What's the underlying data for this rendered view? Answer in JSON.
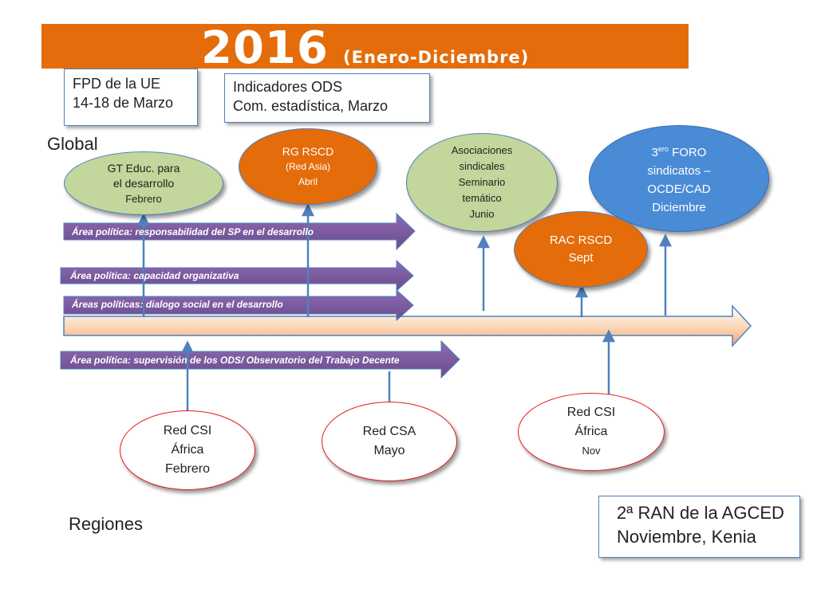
{
  "header": {
    "year": "2016",
    "range": "(Enero-Diciembre)",
    "color": "#e46c0a"
  },
  "boxes": {
    "fpd": [
      "FPD de la UE",
      "14-18 de Marzo"
    ],
    "ods": [
      "Indicadores ODS",
      "Com. estadística, Marzo"
    ],
    "ran": [
      "2ª RAN de la AGCED",
      "Noviembre, Kenia"
    ]
  },
  "labels": {
    "global": "Global",
    "regiones": "Regiones"
  },
  "global_events": {
    "gt": [
      "GT Educ.  para",
      "el desarrollo",
      "Febrero"
    ],
    "rg": [
      "RG RSCD",
      "(Red Asia)",
      "Abril"
    ],
    "asoc": [
      "Asociaciones",
      "sindicales",
      "Seminario",
      "temático",
      "Junio"
    ],
    "foro": {
      "ord": "3",
      "sup": "ero",
      "rest": " FORO",
      "lines": [
        "sindicatos –",
        "OCDE/CAD",
        "Diciembre"
      ]
    },
    "rac": [
      "RAC RSCD",
      "Sept"
    ]
  },
  "policy_areas": [
    "Área política: responsabilidad del SP en el desarrollo",
    "Área política: capacidad organizativa",
    "Áreas políticas: dialogo social en el desarrollo",
    "Área política: supervisión de los ODS/ Observatorio del Trabajo Decente"
  ],
  "regional_events": {
    "csi_feb": [
      "Red CSI",
      "África",
      "Febrero"
    ],
    "csa": [
      "Red CSA",
      "Mayo"
    ],
    "csi_nov": [
      "Red CSI",
      "África",
      "Nov"
    ]
  },
  "colors": {
    "green": "#c3d69b",
    "orange": "#e46c0a",
    "blue": "#4a8bd6",
    "purple": "#7b5a9f",
    "red_border": "#e31c1c",
    "connector": "#4f81bd"
  }
}
